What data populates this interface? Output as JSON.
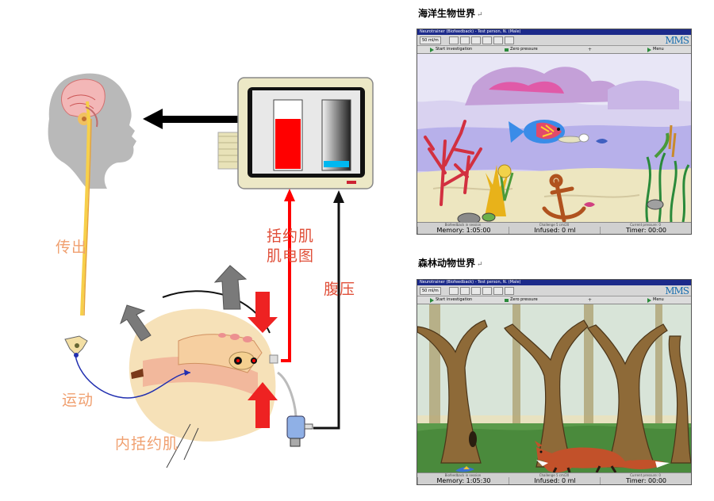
{
  "diagram": {
    "label_output": "传出",
    "label_movement": "运动",
    "label_inner_sphincter": "内括约肌",
    "label_emg_line1": "括约肌",
    "label_emg_line2": "肌电图",
    "label_abdominal_pressure": "腹压"
  },
  "ocean_section": {
    "title": "海洋生物世界",
    "mark": "↵",
    "window": {
      "titlebar": "Neurotrainer (Biofeedback) - Test person, N. (Male)",
      "speed": "50 ml/m",
      "actions": {
        "start": "Start investigation",
        "zero": "Zero pressure",
        "plus": "+",
        "menu": "Menu"
      },
      "logo": "MMS",
      "status": {
        "left_small": "Biofeedback in session",
        "left_value": "Memory: 1:05:00",
        "mid_small": "Challenge 5 cm/20",
        "mid_value": "Infused: 0 ml",
        "right_small": "Current pressure: 0",
        "right_value": "Timer: 00:00"
      }
    }
  },
  "forest_section": {
    "title": "森林动物世界",
    "mark": "↵",
    "window": {
      "titlebar": "Neurotrainer (Biofeedback) - Test person, N. (Male)",
      "speed": "50 ml/m",
      "actions": {
        "start": "Start investigation",
        "zero": "Zero pressure",
        "plus": "+",
        "menu": "Menu"
      },
      "logo": "MMS",
      "status": {
        "left_small": "Biofeedback in session",
        "left_value": "Memory: 1:05:30",
        "mid_small": "Challenge 5 cm/20",
        "mid_value": "Infused: 0 ml",
        "right_small": "Current pressure: 0",
        "right_value": "Timer: 00:00"
      }
    }
  },
  "colors": {
    "emg_bar": "#ff0000",
    "pressure_bar": "#00b8f0",
    "label_orange": "#f0a070",
    "label_red": "#e0503a",
    "window_title": "#1c2a8a"
  },
  "icons": [
    "brain-head-icon",
    "monitor-icon",
    "sphincter-icon",
    "catheter-icon",
    "fish-icon",
    "fox-icon"
  ]
}
